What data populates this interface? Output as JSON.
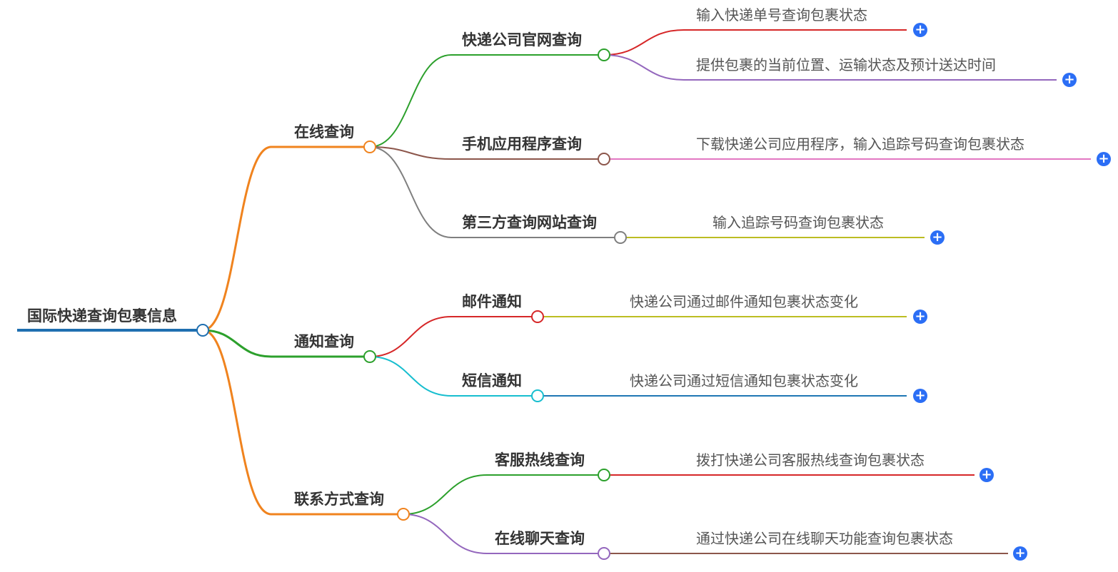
{
  "root": {
    "label": "国际快递查询包裹信息"
  },
  "branches": [
    {
      "label": "在线查询",
      "color": "#f0831e",
      "children": [
        {
          "label": "快递公司官网查询",
          "color": "#2ca02c",
          "leaves": [
            {
              "label": "输入快递单号查询包裹状态",
              "color": "#d62728"
            },
            {
              "label": "提供包裹的当前位置、运输状态及预计送达时间",
              "color": "#9467bd"
            }
          ]
        },
        {
          "label": "手机应用程序查询",
          "color": "#8c564b",
          "leaves": [
            {
              "label": "下载快递公司应用程序，输入追踪号码查询包裹状态",
              "color": "#e377c2"
            }
          ]
        },
        {
          "label": "第三方查询网站查询",
          "color": "#7f7f7f",
          "leaves": [
            {
              "label": "输入追踪号码查询包裹状态",
              "color": "#bcbd22"
            }
          ]
        }
      ]
    },
    {
      "label": "通知查询",
      "color": "#2ca02c",
      "children": [
        {
          "label": "邮件通知",
          "color": "#d62728",
          "leaves": [
            {
              "label": "快递公司通过邮件通知包裹状态变化",
              "color": "#bcbd22"
            }
          ]
        },
        {
          "label": "短信通知",
          "color": "#17becf",
          "leaves": [
            {
              "label": "快递公司通过短信通知包裹状态变化",
              "color": "#1f77b4"
            }
          ]
        }
      ]
    },
    {
      "label": "联系方式查询",
      "color": "#f0831e",
      "children": [
        {
          "label": "客服热线查询",
          "color": "#2ca02c",
          "leaves": [
            {
              "label": "拨打快递公司客服热线查询包裹状态",
              "color": "#d62728"
            }
          ]
        },
        {
          "label": "在线聊天查询",
          "color": "#9467bd",
          "leaves": [
            {
              "label": "通过快递公司在线聊天功能查询包裹状态",
              "color": "#8c564b"
            }
          ]
        }
      ]
    }
  ],
  "colors": {
    "root": "#1f6fb0",
    "expand_button": "#2b6ef5"
  },
  "icons": {
    "expand": "plus-circle-icon",
    "node": "node-circle-icon"
  },
  "expand_symbol": "+"
}
